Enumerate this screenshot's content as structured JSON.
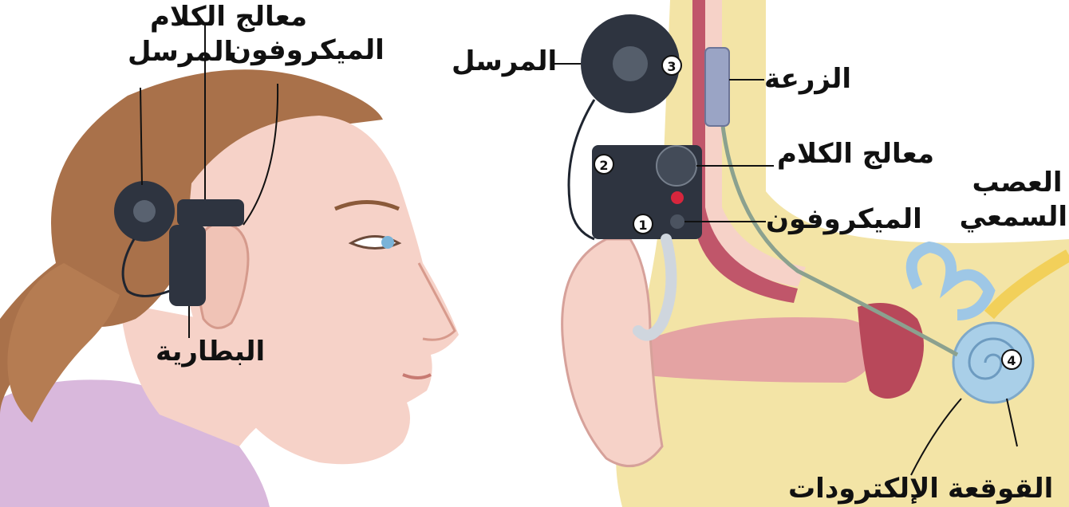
{
  "left_panel": {
    "labels": {
      "transmitter": "المرسل",
      "speech_processor": "معالج الكلام",
      "microphone": "الميكروفون",
      "battery": "البطارية"
    }
  },
  "right_panel": {
    "labels": {
      "transmitter": "المرسل",
      "implant": "الزرعة",
      "speech_processor": "معالج الكلام",
      "microphone": "الميكروفون",
      "auditory_nerve_line1": "العصب",
      "auditory_nerve_line2": "السمعي",
      "cochlea": "القوقعة",
      "electrodes": "الإلكترودات"
    },
    "markers": [
      "1",
      "2",
      "3",
      "4"
    ]
  },
  "colors": {
    "skin": "#f6d2c8",
    "hair": "#a9714a",
    "shirt": "#d9b8dc",
    "device": "#2e3440",
    "bone": "#f3e4a6",
    "canal": "#e4a3a3",
    "cochlea": "#a9cfe8",
    "nerve": "#f2d05a"
  }
}
